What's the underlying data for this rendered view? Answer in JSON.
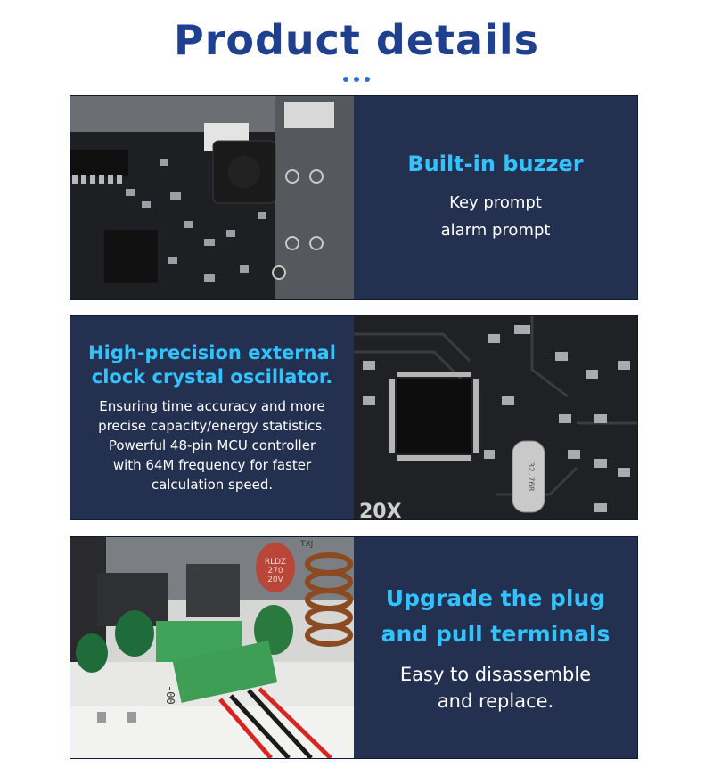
{
  "page": {
    "title": "Product details"
  },
  "colors": {
    "title": "#1f3f8f",
    "panel_bg": "#23304f",
    "heading": "#34c2ff",
    "body_text": "#ffffff",
    "dots": "#2f6fd4"
  },
  "features": [
    {
      "heading_lines": [
        "Built-in buzzer"
      ],
      "body_lines": [
        "Key prompt",
        "alarm prompt"
      ],
      "image": "pcb-buzzer-photo"
    },
    {
      "heading_lines": [
        "High-precision external",
        "clock crystal oscillator."
      ],
      "body_lines": [
        "Ensuring time accuracy and more",
        "precise capacity/energy statistics.",
        "Powerful 48-pin MCU controller",
        "with 64M frequency for faster",
        "calculation speed."
      ],
      "image": "pcb-mcu-crystal-photo",
      "image_text": {
        "crystal": "32.768",
        "silkscreen": "20X"
      }
    },
    {
      "heading_lines": [
        "Upgrade the plug",
        "and pull terminals"
      ],
      "body_lines": [
        "Easy to disassemble",
        "and replace."
      ],
      "image": "terminal-connector-photo",
      "image_text": {
        "label1": "RLDZ",
        "label2": "270",
        "label3": "20V",
        "case_text": "-00",
        "brand": "TXJ"
      }
    }
  ]
}
